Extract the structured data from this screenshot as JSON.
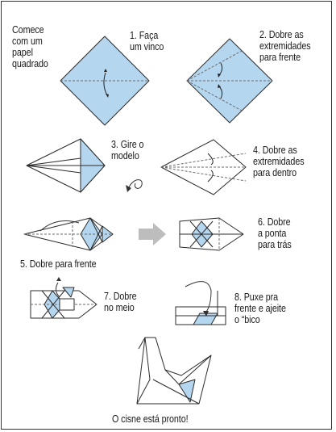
{
  "colors": {
    "fill": "#b5d6ef",
    "fill_dark": "#7fb3dc",
    "line": "#2b2b2b",
    "crease": "#6b6b6b"
  },
  "steps": {
    "start": "Comece\ncom um\npapel\nquadrado",
    "s1": "1. Faça\num vinco",
    "s2": "2. Dobre as\nextremidades\npara frente",
    "s3": "3. Gire o\nmodelo",
    "s4": "4. Dobre as\nextremidades\npara dentro",
    "s5": "5. Dobre para frente",
    "s6": "6. Dobre\na ponta\npara trás",
    "s7": "7. Dobre\nno meio",
    "s8": "8. Puxe pra\nfrente e ajeite\no “bico",
    "done": "O cisne está pronto!"
  },
  "icons": {
    "rotate": "rotate-icon",
    "arrow": "arrow-right-icon"
  }
}
